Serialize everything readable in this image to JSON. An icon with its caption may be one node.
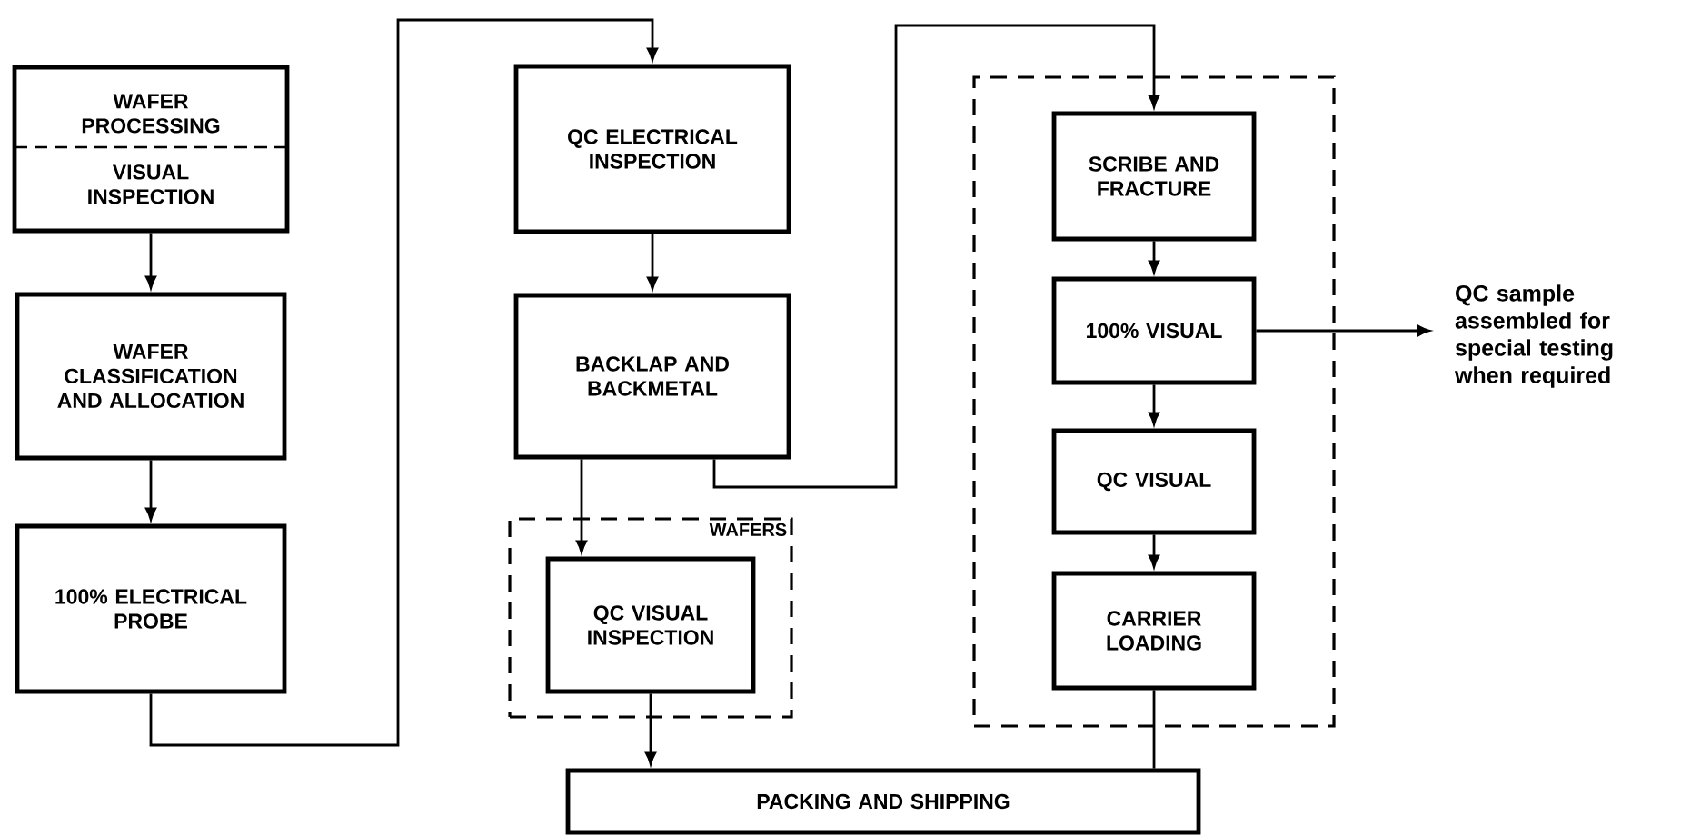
{
  "diagram": {
    "nodes": [
      {
        "text": [
          "WAFER PROCESSING",
          "VISUAL INSPECTION"
        ]
      },
      {
        "text": [
          "WAFER CLASSIFICATION AND ALLOCATION"
        ]
      },
      {
        "text": [
          "100% ELECTRICAL PROBE"
        ]
      },
      {
        "text": [
          "QC ELECTRICAL INSPECTION"
        ]
      },
      {
        "text": [
          "BACKLAP AND BACKMETAL"
        ]
      },
      {
        "text": [
          "WAFERS"
        ]
      },
      {
        "text": [
          "QC VISUAL INSPECTION"
        ],
        "in": 5
      },
      {
        "text": [],
        "shape": "box"
      },
      {
        "text": [
          "SCRIBE AND FRACTURE"
        ],
        "in": 7
      },
      {
        "text": [
          "100% VISUAL"
        ],
        "in": 7
      },
      {
        "text": [
          "QC VISUAL"
        ],
        "in": 7
      },
      {
        "text": [
          "CARRIER LOADING"
        ],
        "in": 7
      },
      {
        "text": [
          "PACKING AND SHIPPING"
        ]
      },
      {
        "text": [
          "QC sample assembled for special testing when required"
        ]
      }
    ],
    "edges": [
      {
        "from": 0,
        "to": 1,
        "arrow": "to"
      },
      {
        "from": 1,
        "to": 2,
        "arrow": "to"
      },
      {
        "from": 2,
        "to": 3,
        "arrow": "to"
      },
      {
        "from": 3,
        "to": 4,
        "arrow": "to"
      },
      {
        "from": 4,
        "to": 6,
        "arrow": "to"
      },
      {
        "from": 4,
        "to": 8,
        "arrow": "to"
      },
      {
        "from": 8,
        "to": 9,
        "arrow": "to"
      },
      {
        "from": 9,
        "to": 10,
        "arrow": "to"
      },
      {
        "from": 10,
        "to": 11,
        "arrow": "to"
      },
      {
        "from": 9,
        "to": 13,
        "arrow": "to"
      },
      {
        "from": 6,
        "to": 12,
        "arrow": "to"
      },
      {
        "from": 11,
        "to": 12,
        "arrow": "none"
      }
    ]
  }
}
